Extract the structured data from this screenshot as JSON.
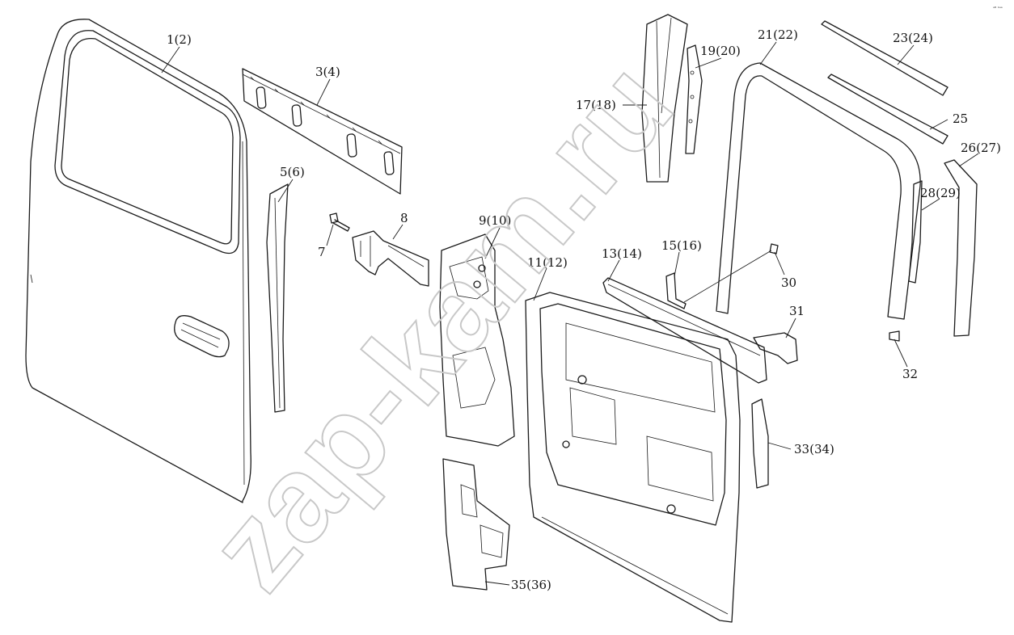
{
  "watermark": "zap-kam.ru",
  "corner_mark": "ᵃᴮ ᵇᵃᵃ",
  "labels": [
    {
      "id": "p1",
      "text": "1(2)"
    },
    {
      "id": "p3",
      "text": "3(4)"
    },
    {
      "id": "p5",
      "text": "5(6)"
    },
    {
      "id": "p7",
      "text": "7"
    },
    {
      "id": "p8",
      "text": "8"
    },
    {
      "id": "p9",
      "text": "9(10)"
    },
    {
      "id": "p11",
      "text": "11(12)"
    },
    {
      "id": "p13",
      "text": "13(14)"
    },
    {
      "id": "p15",
      "text": "15(16)"
    },
    {
      "id": "p17",
      "text": "17(18)"
    },
    {
      "id": "p19",
      "text": "19(20)"
    },
    {
      "id": "p21",
      "text": "21(22)"
    },
    {
      "id": "p23",
      "text": "23(24)"
    },
    {
      "id": "p25",
      "text": "25"
    },
    {
      "id": "p26",
      "text": "26(27)"
    },
    {
      "id": "p28",
      "text": "28(29)"
    },
    {
      "id": "p30",
      "text": "30"
    },
    {
      "id": "p31",
      "text": "31"
    },
    {
      "id": "p32",
      "text": "32"
    },
    {
      "id": "p33",
      "text": "33(34)"
    },
    {
      "id": "p35",
      "text": "35(36)"
    }
  ]
}
